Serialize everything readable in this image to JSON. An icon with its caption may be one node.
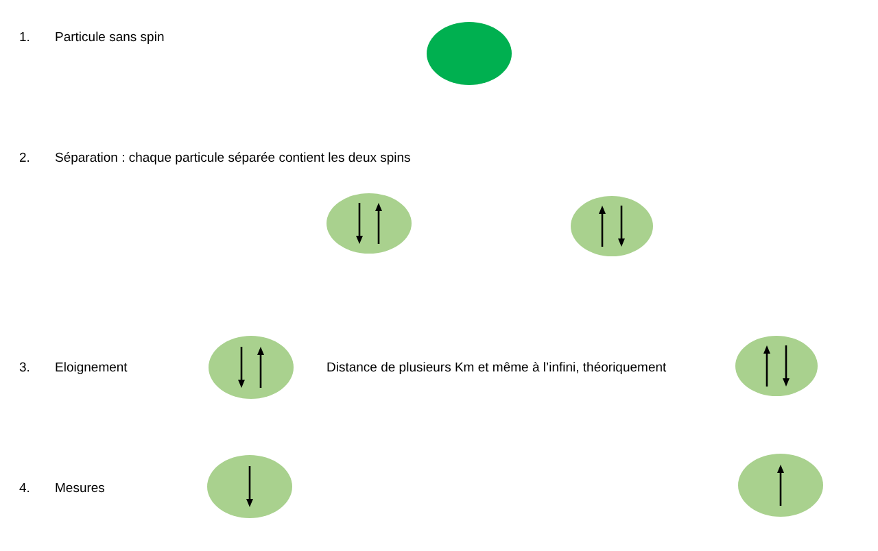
{
  "diagram": {
    "nodes": [
      {
        "text": [],
        "shape": "circle"
      },
      {
        "text": [],
        "shape": "circle"
      },
      {
        "text": [],
        "shape": "circle"
      },
      {
        "text": [],
        "shape": "circle"
      },
      {
        "text": [],
        "shape": "circle"
      },
      {
        "text": [],
        "shape": "circle"
      },
      {
        "text": [],
        "shape": "circle"
      }
    ],
    "labels": [
      "1.",
      "Particule sans spin",
      "2.",
      "Séparation : chaque particule séparée contient les deux spins",
      "3.",
      "Eloignement",
      "Distance de plusieurs Km et même à l’infini, théoriquement",
      "4.",
      "Mesures"
    ]
  }
}
